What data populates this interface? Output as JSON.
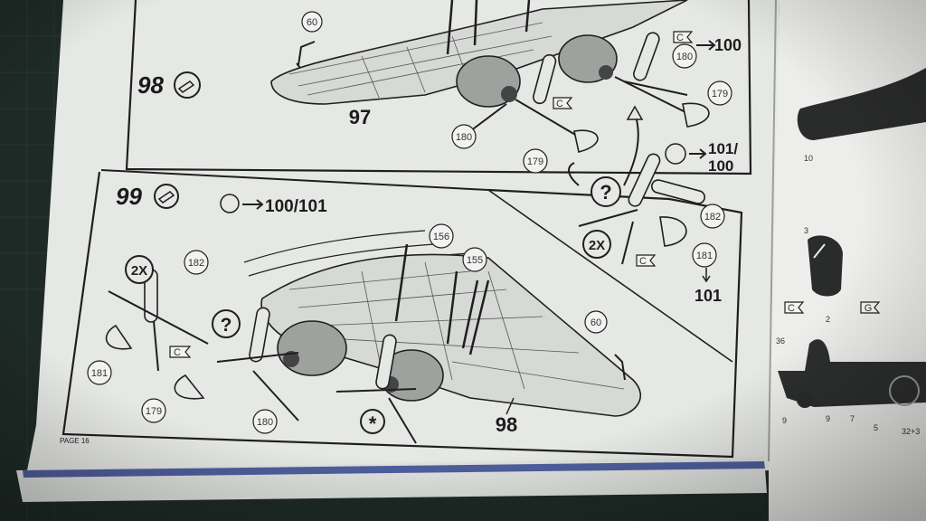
{
  "page_label": "PAGE 16",
  "steps": [
    {
      "number": "98"
    },
    {
      "number": "99"
    }
  ],
  "step98": {
    "wing_part": "97",
    "callouts": [
      "60",
      "180",
      "179",
      "180",
      "179"
    ],
    "arrow_targets": [
      "100",
      "101/",
      "100"
    ],
    "decal_flag": "C"
  },
  "step99": {
    "arrow_target": "100/101",
    "multiplier": "2X",
    "callouts": [
      "182",
      "156",
      "155",
      "60",
      "181",
      "179",
      "180"
    ],
    "wing_part": "98",
    "decal_flag": "C"
  },
  "side_assembly": {
    "multiplier": "2X",
    "callouts": [
      "182",
      "181"
    ],
    "result": "101",
    "decal_flag": "C"
  },
  "right_page": {
    "labels": [
      "10",
      "3",
      "2",
      "36",
      "9",
      "9",
      "7",
      "5",
      "32+3"
    ],
    "flags": [
      "C",
      "G"
    ]
  },
  "colors": {
    "paper": "#e9ebe8",
    "ink": "#1f1f1f",
    "mat": "#1e2a26"
  }
}
